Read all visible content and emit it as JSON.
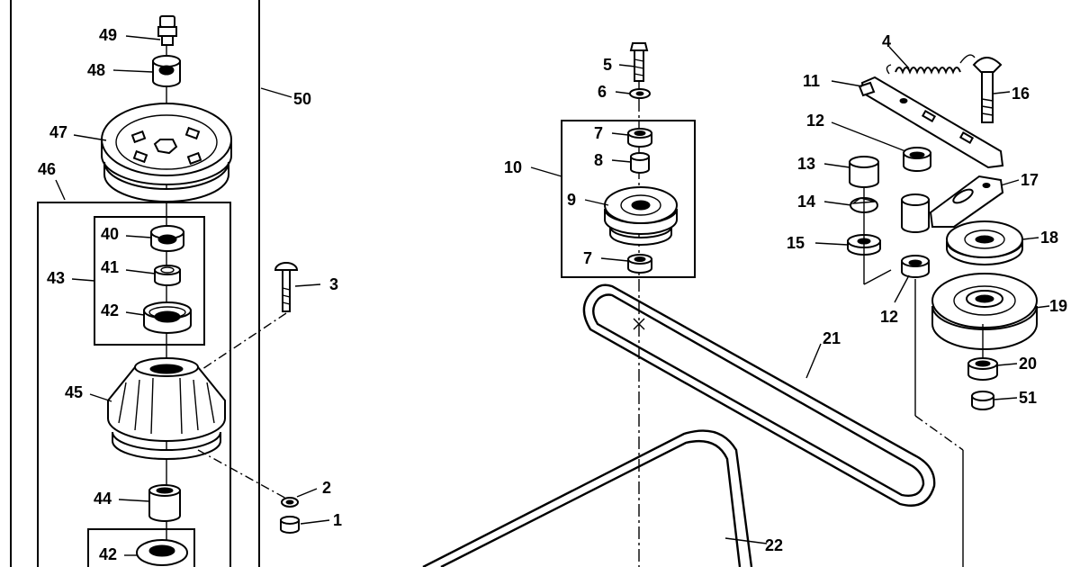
{
  "diagram": {
    "callouts": [
      {
        "id": "c1",
        "text": "1"
      },
      {
        "id": "c2",
        "text": "2"
      },
      {
        "id": "c3",
        "text": "3"
      },
      {
        "id": "c4",
        "text": "4"
      },
      {
        "id": "c5",
        "text": "5"
      },
      {
        "id": "c6",
        "text": "6"
      },
      {
        "id": "c7a",
        "text": "7"
      },
      {
        "id": "c7b",
        "text": "7"
      },
      {
        "id": "c8",
        "text": "8"
      },
      {
        "id": "c9",
        "text": "9"
      },
      {
        "id": "c10",
        "text": "10"
      },
      {
        "id": "c11",
        "text": "11"
      },
      {
        "id": "c12a",
        "text": "12"
      },
      {
        "id": "c12b",
        "text": "12"
      },
      {
        "id": "c13",
        "text": "13"
      },
      {
        "id": "c14",
        "text": "14"
      },
      {
        "id": "c15",
        "text": "15"
      },
      {
        "id": "c16",
        "text": "16"
      },
      {
        "id": "c17",
        "text": "17"
      },
      {
        "id": "c18",
        "text": "18"
      },
      {
        "id": "c19",
        "text": "19"
      },
      {
        "id": "c20",
        "text": "20"
      },
      {
        "id": "c21",
        "text": "21"
      },
      {
        "id": "c22",
        "text": "22"
      },
      {
        "id": "c40",
        "text": "40"
      },
      {
        "id": "c41",
        "text": "41"
      },
      {
        "id": "c42a",
        "text": "42"
      },
      {
        "id": "c42b",
        "text": "42"
      },
      {
        "id": "c43",
        "text": "43"
      },
      {
        "id": "c44",
        "text": "44"
      },
      {
        "id": "c45",
        "text": "45"
      },
      {
        "id": "c46",
        "text": "46"
      },
      {
        "id": "c47",
        "text": "47"
      },
      {
        "id": "c48",
        "text": "48"
      },
      {
        "id": "c49",
        "text": "49"
      },
      {
        "id": "c50",
        "text": "50"
      },
      {
        "id": "c51",
        "text": "51"
      }
    ]
  }
}
